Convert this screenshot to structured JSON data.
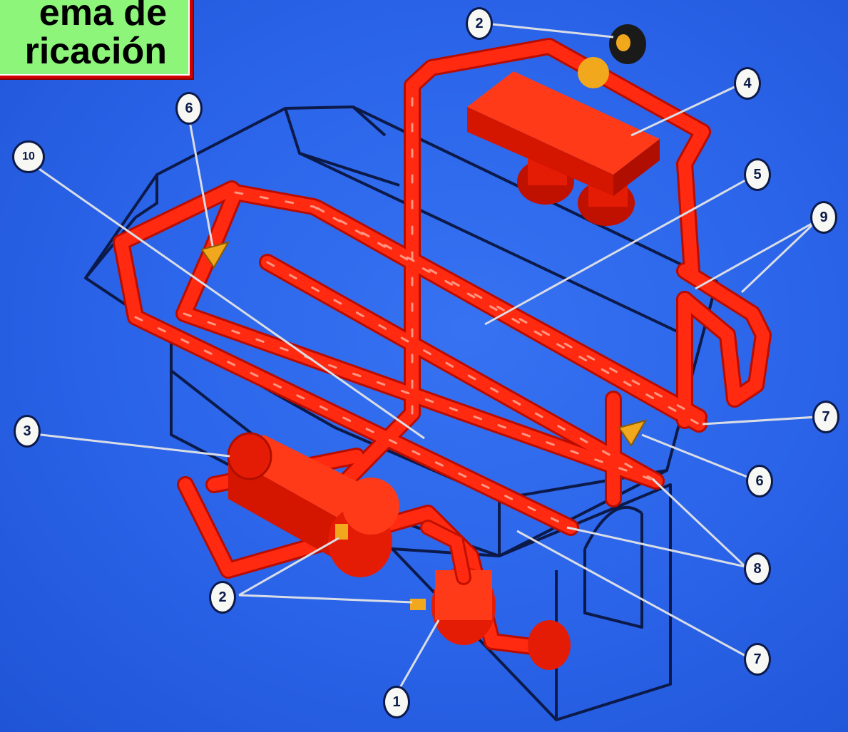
{
  "title": {
    "line1": "ema de",
    "line2": "ricación"
  },
  "callouts": [
    {
      "id": "c2-top",
      "label": "2"
    },
    {
      "id": "c4",
      "label": "4"
    },
    {
      "id": "c6-top",
      "label": "6"
    },
    {
      "id": "c10",
      "label": "10"
    },
    {
      "id": "c5",
      "label": "5"
    },
    {
      "id": "c9",
      "label": "9"
    },
    {
      "id": "c3",
      "label": "3"
    },
    {
      "id": "c7-right",
      "label": "7"
    },
    {
      "id": "c6-right",
      "label": "6"
    },
    {
      "id": "c8",
      "label": "8"
    },
    {
      "id": "c2-bottom",
      "label": "2"
    },
    {
      "id": "c7-bottom",
      "label": "7"
    },
    {
      "id": "c1",
      "label": "1"
    }
  ],
  "colors": {
    "background": "#2a63e8",
    "outline": "#0c1a4a",
    "pipe": "#ff2a10",
    "pipe_dark": "#c01000",
    "valve": "#f2a81c",
    "title_fill": "#8cf57a",
    "title_border": "#d40000"
  }
}
